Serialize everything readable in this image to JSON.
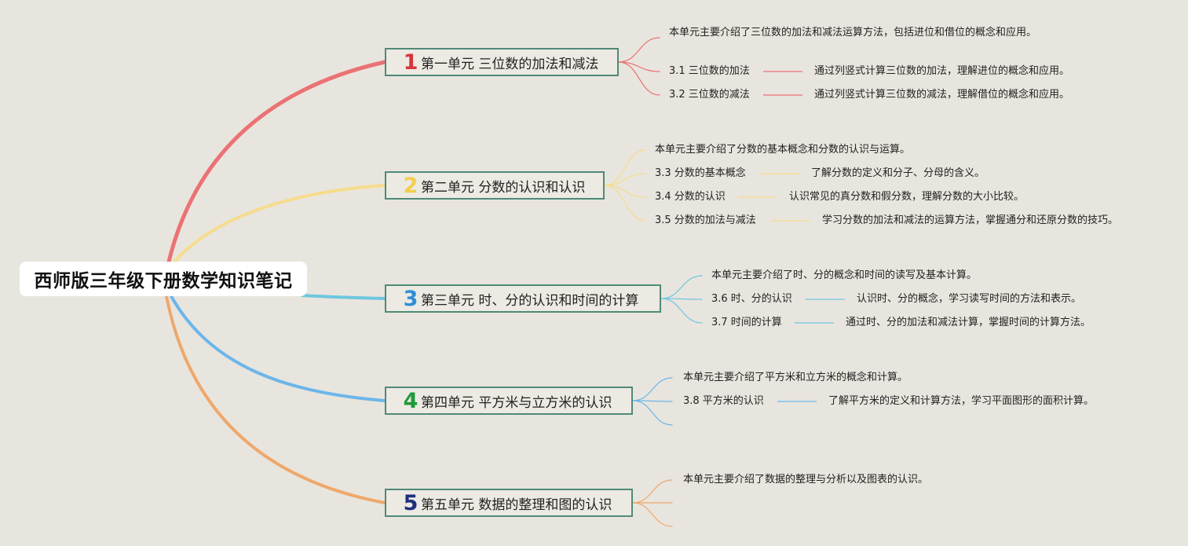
{
  "root": {
    "title": "西师版三年级下册数学知识笔记"
  },
  "units": [
    {
      "num": "1",
      "num_color": "#d9343d",
      "branch_color": "#eb7274",
      "title": "第一单元 三位数的加法和减法",
      "summary": "本单元主要介绍了三位数的加法和减法运算方法，包括进位和借位的概念和应用。",
      "topics": [
        {
          "label": "3.1 三位数的加法",
          "desc": "通过列竖式计算三位数的加法，理解进位的概念和应用。"
        },
        {
          "label": "3.2 三位数的减法",
          "desc": "通过列竖式计算三位数的减法，理解借位的概念和应用。"
        }
      ]
    },
    {
      "num": "2",
      "num_color": "#f2cf4e",
      "branch_color": "#f6dc8c",
      "title": "第二单元 分数的认识和认识",
      "summary": "本单元主要介绍了分数的基本概念和分数的认识与运算。",
      "topics": [
        {
          "label": "3.3 分数的基本概念",
          "desc": "了解分数的定义和分子、分母的含义。"
        },
        {
          "label": "3.4 分数的认识",
          "desc": "认识常见的真分数和假分数，理解分数的大小比较。"
        },
        {
          "label": "3.5 分数的加法与减法",
          "desc": "学习分数的加法和减法的运算方法，掌握通分和还原分数的技巧。"
        }
      ]
    },
    {
      "num": "3",
      "num_color": "#2f8fd8",
      "branch_color": "#6ec6e0",
      "title": "第三单元 时、分的认识和时间的计算",
      "summary": "本单元主要介绍了时、分的概念和时间的读写及基本计算。",
      "topics": [
        {
          "label": "3.6 时、分的认识",
          "desc": "认识时、分的概念，学习读写时间的方法和表示。"
        },
        {
          "label": "3.7 时间的计算",
          "desc": "通过时、分的加法和减法计算，掌握时间的计算方法。"
        }
      ]
    },
    {
      "num": "4",
      "num_color": "#1f9a3a",
      "branch_color": "#6cb6ea",
      "title": "第四单元 平方米与立方米的认识",
      "summary": "本单元主要介绍了平方米和立方米的概念和计算。",
      "topics": [
        {
          "label": "3.8 平方米的认识",
          "desc": "了解平方米的定义和计算方法，学习平面图形的面积计算。"
        }
      ]
    },
    {
      "num": "5",
      "num_color": "#1f2f7a",
      "branch_color": "#eea86c",
      "title": "第五单元 数据的整理和图的认识",
      "summary": "本单元主要介绍了数据的整理与分析以及图表的认识。",
      "topics": []
    }
  ]
}
